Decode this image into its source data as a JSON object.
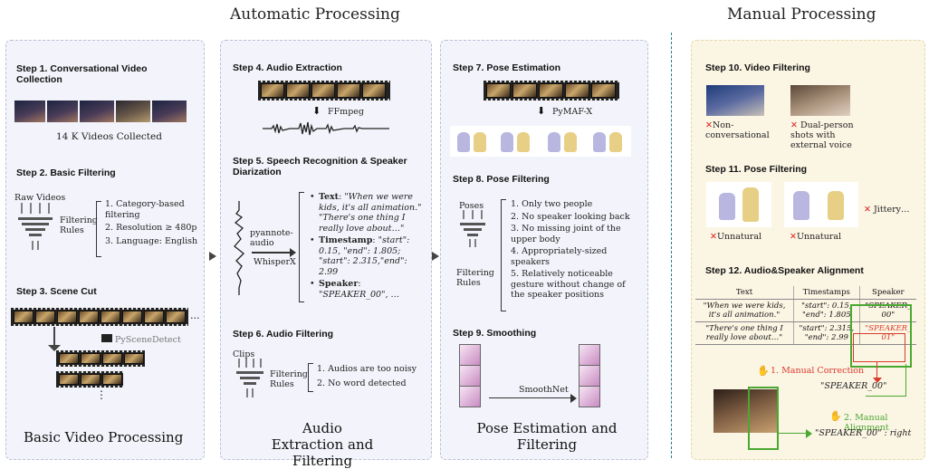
{
  "headers": {
    "automatic": "Automatic Processing",
    "manual": "Manual Processing"
  },
  "panel1": {
    "step1": "Step 1. Conversational Video Collection",
    "videos_collected": "14 K Videos Collected",
    "step2": "Step 2. Basic Filtering",
    "raw_videos": "Raw Videos",
    "filtering_rules": "Filtering Rules",
    "rules": [
      "1. Category-based filtering",
      "2. Resolution ≥ 480p",
      "3. Language: English"
    ],
    "step3": "Step 3. Scene Cut",
    "ellipsis": "...",
    "tool": "PySceneDetect",
    "vdots": "⋮",
    "title": "Basic Video Processing"
  },
  "panel2": {
    "step4": "Step 4. Audio Extraction",
    "ffmpeg": "FFmpeg",
    "step5": "Step 5. Speech Recognition & Speaker Diarization",
    "tool1": "pyannote-audio",
    "tool2": "WhisperX",
    "text_label": "Text",
    "text_value": "\"When we were kids, it's all animation.\" \"There's one thing I really love about…\"",
    "timestamp_label": "Timestamp",
    "timestamp_value": "\"start\": 0.15, \"end\": 1.805; \"start\": 2.315,\"end\": 2.99",
    "speaker_label": "Speaker",
    "speaker_value": "\"SPEAKER_00\", …",
    "step6": "Step 6. Audio Filtering",
    "clips": "Clips",
    "filtering_rules": "Filtering Rules",
    "rules": [
      "1. Audios are too noisy",
      "2. No word detected"
    ],
    "title": "Audio Extraction and Filtering"
  },
  "panel3": {
    "step7": "Step 7. Pose Estimation",
    "tool": "PyMAF-X",
    "step8": "Step 8. Pose Filtering",
    "poses": "Poses",
    "filtering_rules": "Filtering Rules",
    "rules": [
      "1. Only two people",
      "2. No speaker looking back",
      "3. No missing joint of the upper body",
      "4. Appropriately-sized speakers",
      "5. Relatively noticeable gesture without change of the speaker positions"
    ],
    "step9": "Step 9. Smoothing",
    "smooth_tool": "SmoothNet",
    "title": "Pose Estimation and Filtering"
  },
  "panel4": {
    "step10": "Step 10. Video Filtering",
    "reject1": "Non-conversational",
    "reject2": "Dual-person shots with external voice",
    "step11": "Step 11. Pose Filtering",
    "unnatural1": "Unnatural",
    "unnatural2": "Unnatural",
    "jittery": "Jittery…",
    "step12": "Step 12. Audio&Speaker Alignment",
    "table_headers": [
      "Text",
      "Timestamps",
      "Speaker"
    ],
    "rows": [
      {
        "text": "\"When we were kids, it's all animation.\"",
        "ts": "\"start\": 0.15, \"end\": 1.805",
        "speaker": "\"SPEAKER_ 00\""
      },
      {
        "text": "\"There's one thing I really love about…\"",
        "ts": "\"start\": 2.315, \"end\": 2.99",
        "speaker": "\"SPEAKER_ 01\""
      }
    ],
    "correction": "1. Manual Correction",
    "corrected": "\"SPEAKER_00\"",
    "alignment": "2. Manual Alignment",
    "aligned": "\"SPEAKER_00\" : right"
  },
  "colors": {
    "red": "#d93a2b",
    "green": "#4aa832"
  }
}
